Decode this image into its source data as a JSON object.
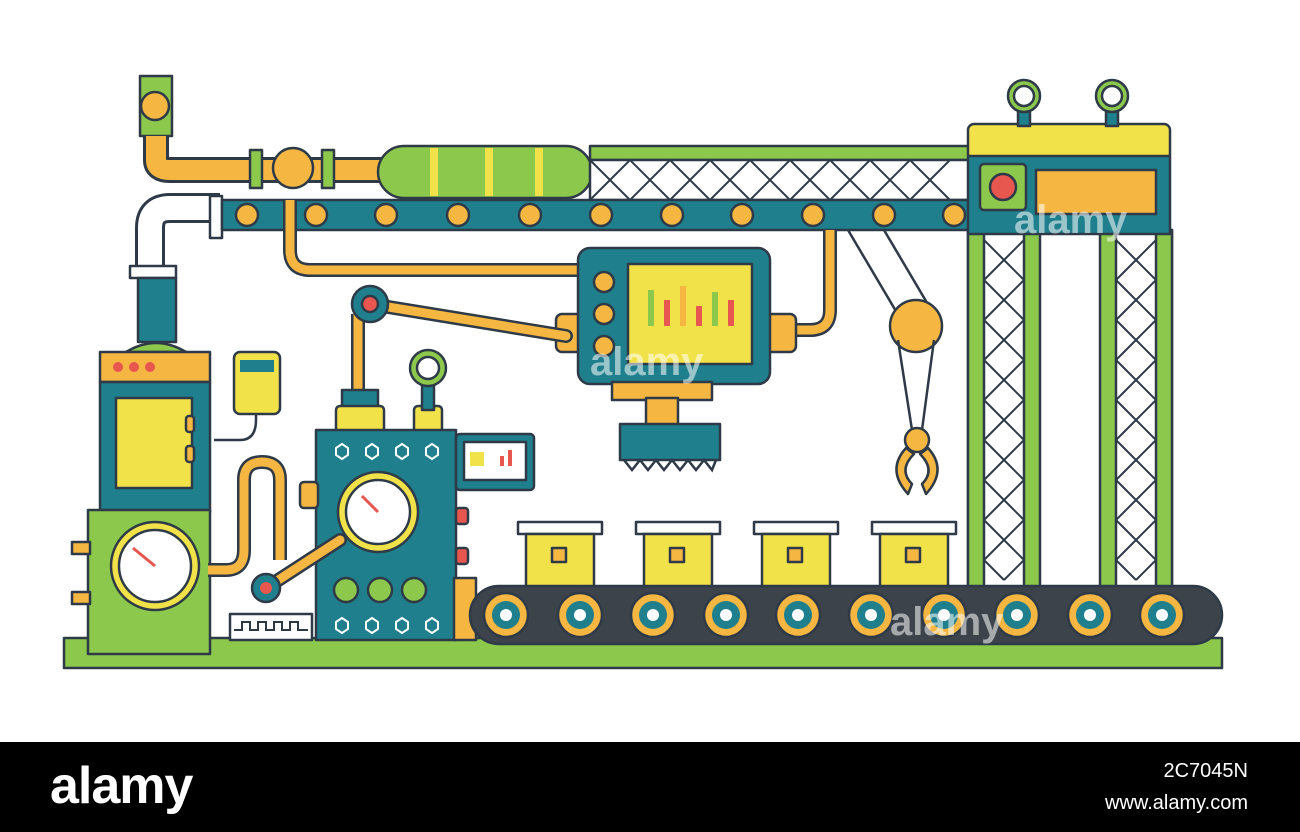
{
  "colors": {
    "outline": "#2e3a47",
    "teal": "#1f7f8c",
    "green": "#8cc84b",
    "yellow": "#f2e24a",
    "orange": "#f5b642",
    "red": "#e8574f",
    "gray": "#3d434a"
  },
  "icons": [
    "factory-illustration",
    "conveyor-belt",
    "robot-claw",
    "pressure-gauge",
    "control-panel",
    "pipes",
    "boxes"
  ],
  "watermark": {
    "text": "alamy"
  },
  "footer": {
    "logo": "alamy",
    "image_id": "2C7045N",
    "url": "www.alamy.com"
  }
}
